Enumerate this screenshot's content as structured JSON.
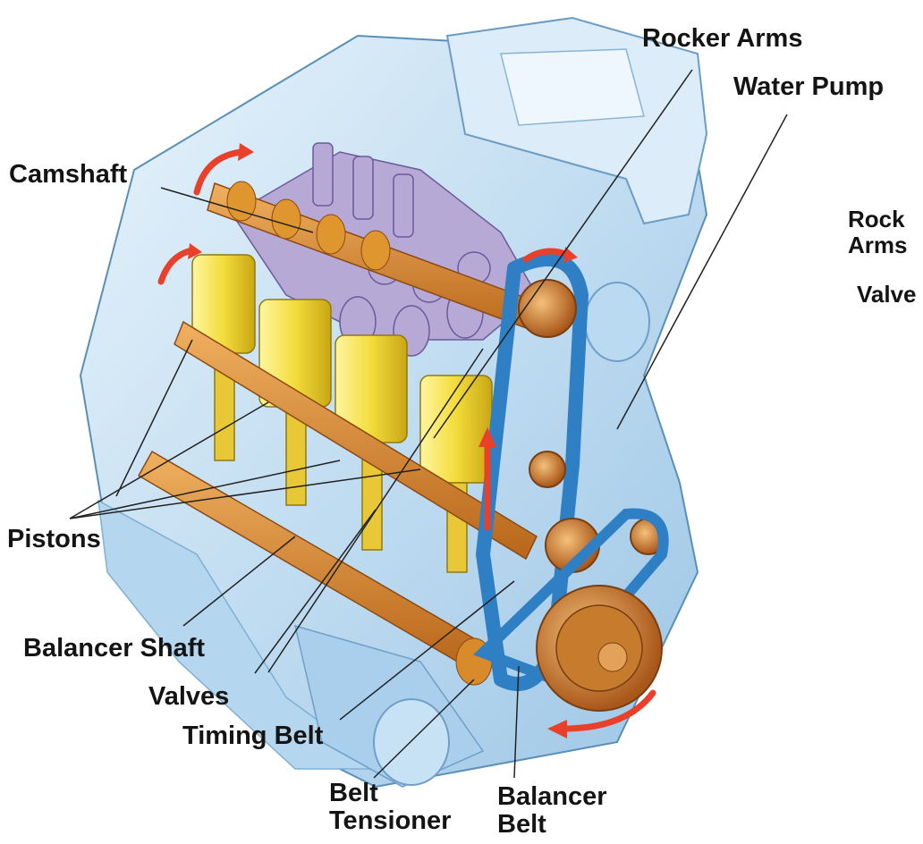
{
  "labels": {
    "rocker_arms": "Rocker Arms",
    "water_pump": "Water Pump",
    "camshaft": "Camshaft",
    "rocker_arms_cut_1": "Rock",
    "rocker_arms_cut_2": "Arms",
    "valves_cut": "Valve",
    "pistons": "Pistons",
    "balancer_shaft": "Balancer Shaft",
    "valves": "Valves",
    "timing_belt": "Timing Belt",
    "belt_tensioner_1": "Belt",
    "belt_tensioner_2": "Tensioner",
    "balancer_belt_1": "Balancer",
    "balancer_belt_2": "Belt"
  },
  "colors": {
    "block": "#cfe6f6",
    "block_shadow": "#8fbde0",
    "piston": "#f3dc3a",
    "camshaft": "#d88a2a",
    "valve_gear": "#b7a9d6",
    "belt": "#2f7fc4",
    "rotation_arrow": "#e8402a",
    "leader_line": "#222222"
  }
}
